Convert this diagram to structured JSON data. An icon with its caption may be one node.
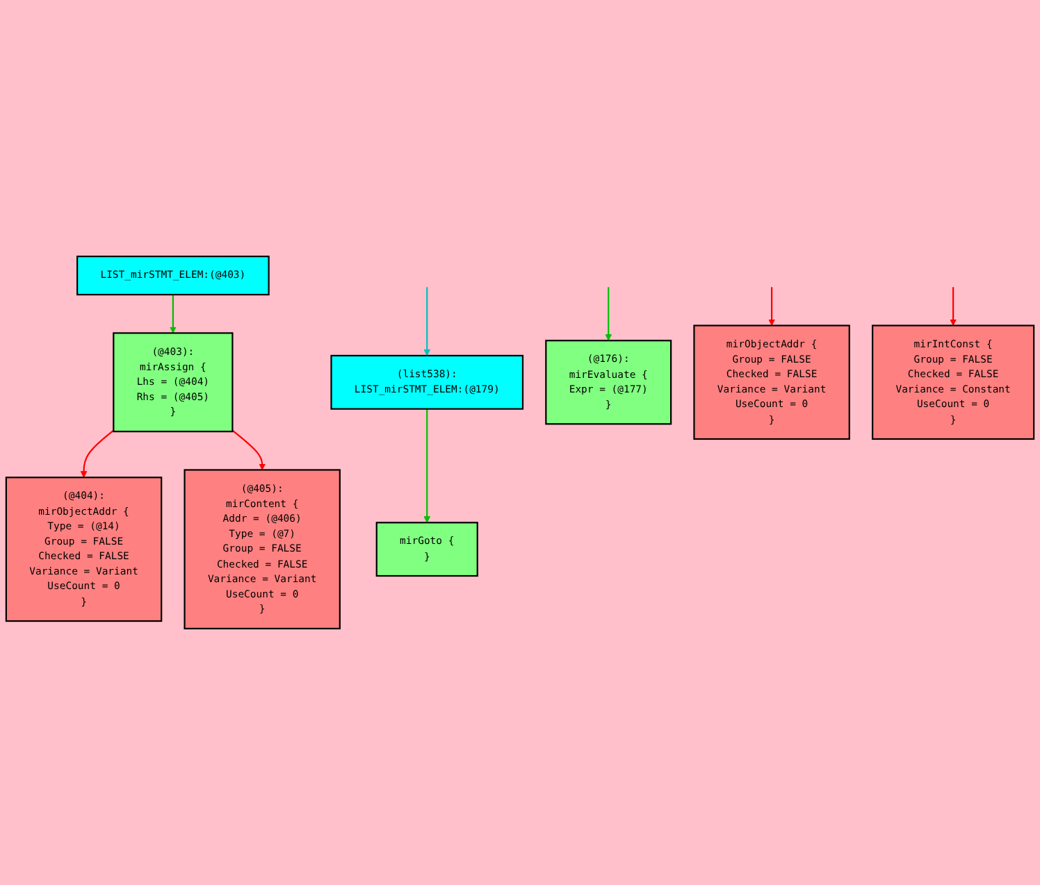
{
  "diagram": {
    "nodes": [
      {
        "text": [
          "LIST_mirSTMT_ELEM:(@403)"
        ]
      },
      {
        "text": [
          "(@403):",
          "mirAssign {",
          "Lhs = (@404)",
          "Rhs = (@405)",
          "}"
        ]
      },
      {
        "text": [
          "(@404):",
          "mirObjectAddr {",
          "Type = (@14)",
          "Group = FALSE",
          "Checked = FALSE",
          "Variance = Variant",
          "UseCount = 0",
          "}"
        ]
      },
      {
        "text": [
          "(@405):",
          "mirContent {",
          "Addr = (@406)",
          "Type = (@7)",
          "Group = FALSE",
          "Checked = FALSE",
          "Variance = Variant",
          "UseCount = 0",
          "}"
        ]
      },
      {
        "text": [
          "(list538):",
          "LIST_mirSTMT_ELEM:(@179)"
        ]
      },
      {
        "text": [
          "(@176):",
          "mirEvaluate {",
          "Expr = (@177)",
          "}"
        ]
      },
      {
        "text": [
          "mirGoto {",
          "}"
        ]
      },
      {
        "text": [
          "mirObjectAddr {",
          "Group = FALSE",
          "Checked = FALSE",
          "Variance = Variant",
          "UseCount = 0",
          "}"
        ]
      },
      {
        "text": [
          "mirIntConst {",
          "Group = FALSE",
          "Checked = FALSE",
          "Variance = Constant",
          "UseCount = 0",
          "}"
        ]
      }
    ],
    "edges": [
      {
        "from": 0,
        "to": 1,
        "arrow": "to",
        "color": "#00c000"
      },
      {
        "from": 1,
        "to": 2,
        "arrow": "to",
        "color": "#ff0000"
      },
      {
        "from": 1,
        "to": 3,
        "arrow": "to",
        "color": "#ff0000"
      },
      {
        "from": 4,
        "to": 6,
        "arrow": "to",
        "color": "#00c000"
      },
      {
        "from": null,
        "to": 5,
        "arrow": "to",
        "color": "#00c000"
      },
      {
        "from": null,
        "to": 4,
        "arrow": "to",
        "color": "#00c0c0"
      },
      {
        "from": null,
        "to": 7,
        "arrow": "to",
        "color": "#ff0000"
      },
      {
        "from": null,
        "to": 8,
        "arrow": "to",
        "color": "#ff0000"
      }
    ]
  }
}
